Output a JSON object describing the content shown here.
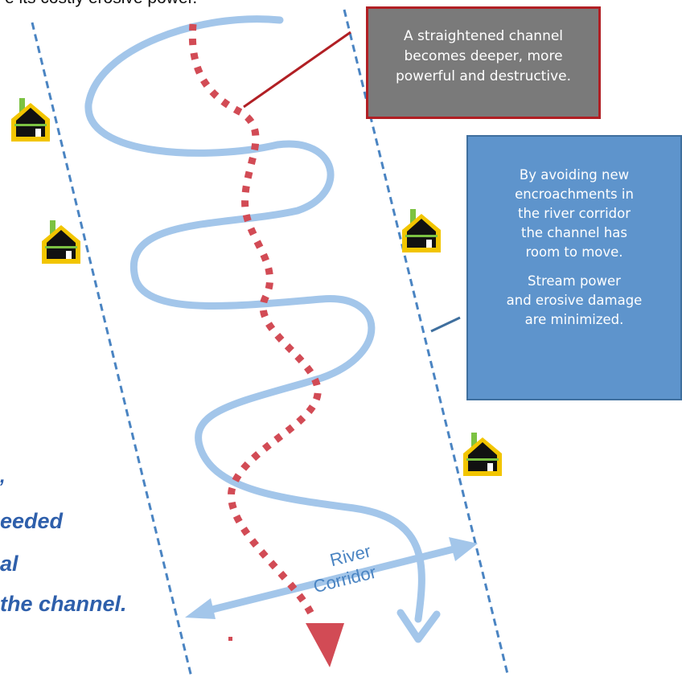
{
  "top_text": "e its costly erosive power.",
  "callout_straightened": "A straightened channel\nbecomes deeper, more\npowerful and destructive.",
  "callout_corridor": {
    "paragraph_1": "By avoiding new\nencroachments in\nthe river corridor\nthe channel has\nroom to move.",
    "paragraph_2": "Stream power\nand erosive damage\nare minimized."
  },
  "left_text_lines": [
    ",",
    "eeded",
    "al",
    "the channel."
  ],
  "corridor_label": {
    "line_1": "River",
    "line_2": "Corridor"
  },
  "colors": {
    "meander": "#a3c6ea",
    "straight_channel": "#d24b55",
    "corridor_boundary": "#4a84c2",
    "house_roof": "#f2c500",
    "house_body": "#111111",
    "chimney": "#7cc242"
  },
  "icons": [
    "house-icon",
    "house-icon",
    "house-icon",
    "house-icon"
  ]
}
